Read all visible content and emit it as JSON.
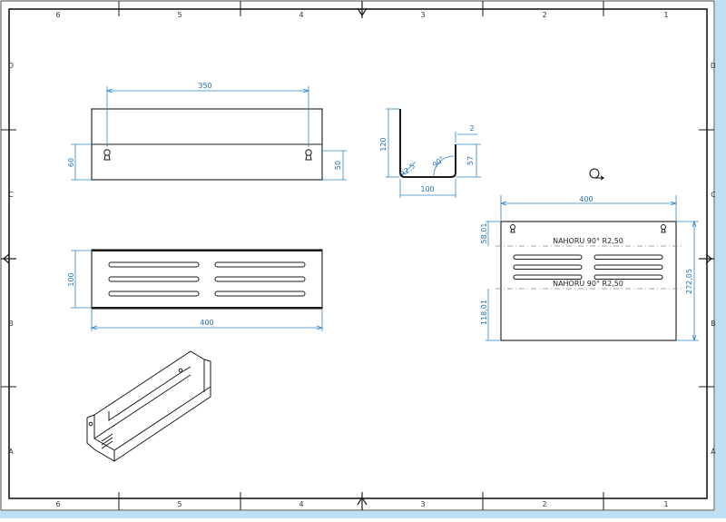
{
  "zones": {
    "columns": [
      "6",
      "5",
      "4",
      "3",
      "2",
      "1"
    ],
    "rows": [
      "D",
      "C",
      "B",
      "A"
    ]
  },
  "front_view": {
    "width": "350",
    "height_total": "60",
    "height_back": "50"
  },
  "side_profile": {
    "height": "120",
    "bend_radius": "R2,5",
    "angle": "90°",
    "thickness": "2",
    "lip_height": "57",
    "base_width": "100"
  },
  "top_view": {
    "depth": "100",
    "length": "400"
  },
  "flat_pattern": {
    "length": "400",
    "segment_top": "58,01",
    "segment_bottom": "118,01",
    "total_height": "272,05",
    "bend_note_1": "NAHORU 90° R2,50",
    "bend_note_2": "NAHORU 90° R2,50"
  },
  "colors": {
    "dimension": "#2d86c9",
    "part_line": "#1a1a1a",
    "sheet_edge": "#bfe0f2"
  }
}
